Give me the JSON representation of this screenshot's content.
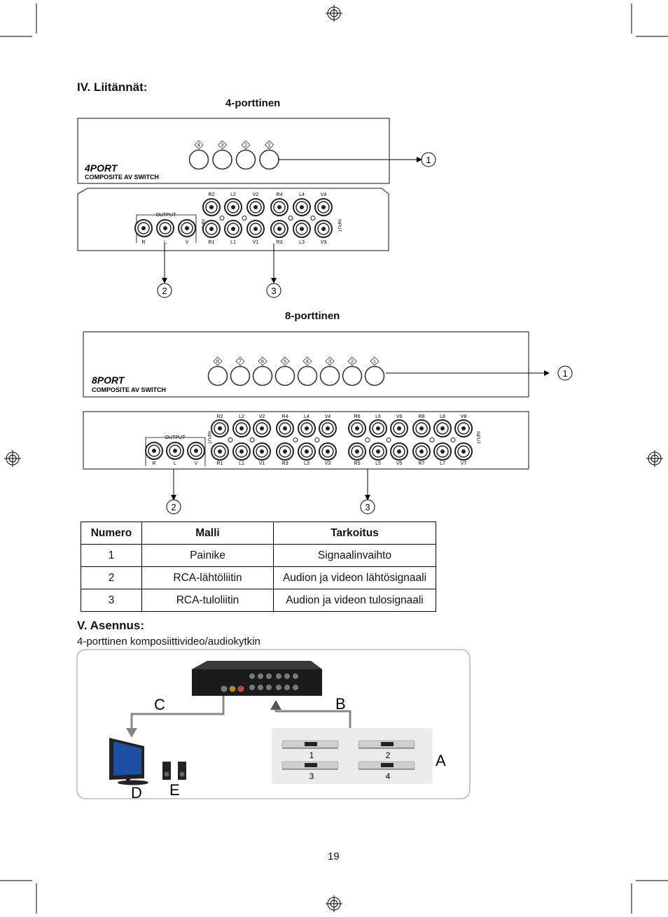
{
  "section_connections": {
    "title": "IV. Liitännät:",
    "caption_4port": "4-porttinen",
    "caption_8port": "8-porttinen"
  },
  "device_4port": {
    "logo": "4PORT",
    "subtitle": "COMPOSITE AV SWITCH",
    "button_numbers": [
      "4",
      "3",
      "2",
      "1"
    ],
    "output_label": "OUTPUT",
    "output_jacks": [
      "R",
      "L",
      "V"
    ],
    "input_label": "INPUT",
    "top_jacks": [
      "R2",
      "L2",
      "V2",
      "R4",
      "L4",
      "V4"
    ],
    "bottom_jacks": [
      "R1",
      "L1",
      "V1",
      "R3",
      "L3",
      "V3"
    ]
  },
  "device_8port": {
    "logo": "8PORT",
    "subtitle": "COMPOSITE AV SWITCH",
    "button_numbers": [
      "8",
      "7",
      "6",
      "5",
      "4",
      "3",
      "2",
      "1"
    ],
    "output_label": "OUTPUT",
    "output_jacks": [
      "R",
      "L",
      "V"
    ],
    "input_label": "INPUT",
    "top_jacks": [
      "R2",
      "L2",
      "V2",
      "R4",
      "L4",
      "V4",
      "R6",
      "L6",
      "V6",
      "R8",
      "L8",
      "V8"
    ],
    "bottom_jacks": [
      "R1",
      "L1",
      "V1",
      "R3",
      "L3",
      "V3",
      "R5",
      "L5",
      "V5",
      "R7",
      "L7",
      "V7"
    ]
  },
  "callouts": [
    "1",
    "2",
    "3"
  ],
  "table": {
    "headers": [
      "Numero",
      "Malli",
      "Tarkoitus"
    ],
    "rows": [
      [
        "1",
        "Painike",
        "Signaalinvaihto"
      ],
      [
        "2",
        "RCA-lähtöliitin",
        "Audion ja videon lähtösignaali"
      ],
      [
        "3",
        "RCA-tuloliitin",
        "Audion ja videon tulosignaali"
      ]
    ]
  },
  "section_install": {
    "title": "V. Asennus:",
    "subtitle": "4-porttinen komposiittivideo/audiokytkin",
    "labels": {
      "a": "A",
      "b": "B",
      "c": "C",
      "d": "D",
      "e": "E"
    },
    "source_numbers": [
      "1",
      "2",
      "3",
      "4"
    ]
  },
  "page_number": "19"
}
